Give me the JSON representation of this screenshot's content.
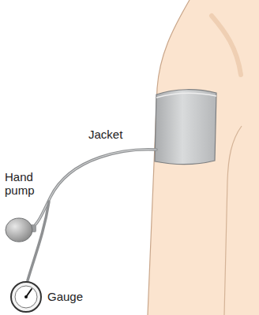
{
  "diagram": {
    "labels": [
      "Jacket",
      "Hand pump",
      "Gauge"
    ]
  }
}
